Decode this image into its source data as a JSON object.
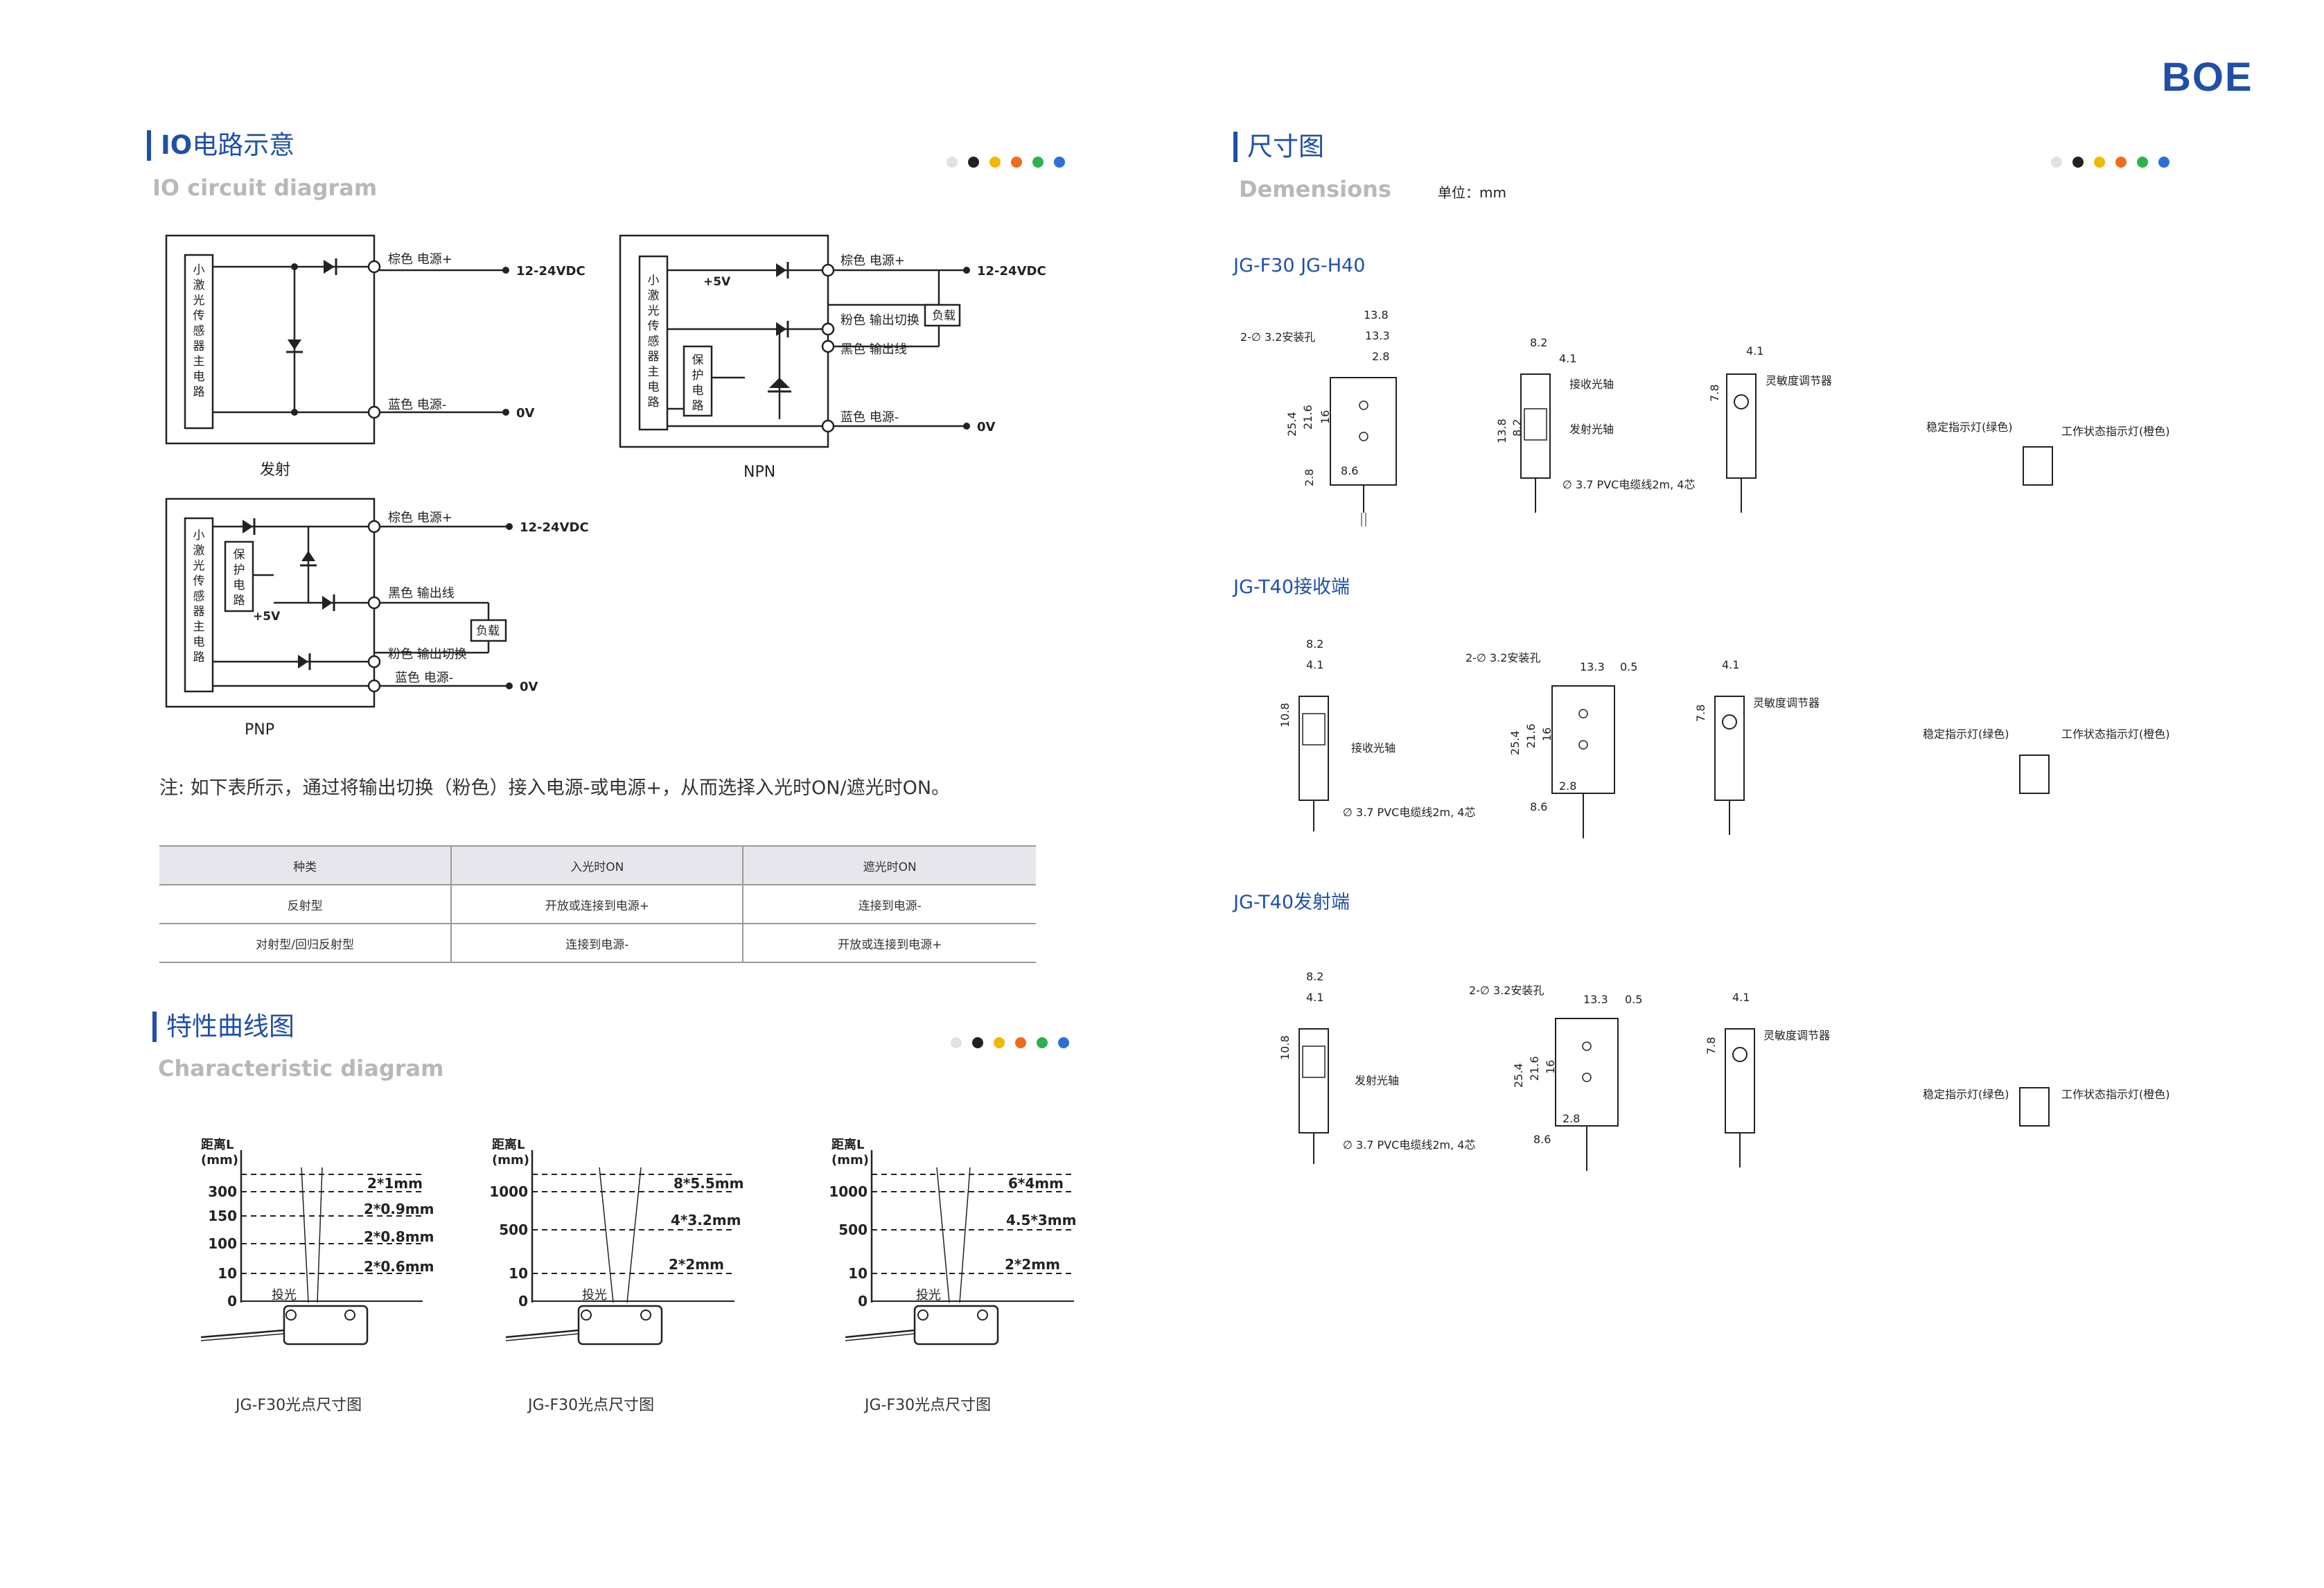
{
  "brand": {
    "logo_text": "BOE"
  },
  "dot_colors": [
    "#e2e2e2",
    "#222222",
    "#f2b800",
    "#f26b1d",
    "#2bb24c",
    "#2c6fd6"
  ],
  "io": {
    "title_prefix": "IO",
    "title_rest": "电路示意",
    "subtitle": "IO circuit diagram",
    "emit_caption": "发射",
    "npn_caption": "NPN",
    "pnp_caption": "PNP",
    "main_circuit": [
      "小",
      "激",
      "光",
      "传",
      "感",
      "器",
      "主",
      "电",
      "路"
    ],
    "protect_circuit": [
      "保",
      "护",
      "电",
      "路"
    ],
    "brown_power": "棕色  电源+",
    "blue_power": "蓝色  电源-",
    "pink_switch": "粉色  输出切换",
    "black_output": "黑色  输出线",
    "voltage": "12-24VDC",
    "zero_v": "0V",
    "plus5v": "+5V",
    "load": "负载"
  },
  "note": "注: 如下表所示，通过将输出切换（粉色）接入电源-或电源+，从而选择入光时ON/遮光时ON。",
  "table": {
    "headers": [
      "种类",
      "入光时ON",
      "遮光时ON"
    ],
    "rows": [
      [
        "反射型",
        "开放或连接到电源+",
        "连接到电源-"
      ],
      [
        "对射型/回归反射型",
        "连接到电源-",
        "开放或连接到电源+"
      ]
    ]
  },
  "characteristic": {
    "title": "特性曲线图",
    "subtitle": "Characteristic diagram",
    "axis_label": [
      "距离L",
      "(mm)"
    ],
    "emit_label": "投光",
    "charts": [
      {
        "caption": "JG-F30光点尺寸图",
        "ticks": [
          "300",
          "150",
          "100",
          "10",
          "0"
        ],
        "spots": [
          "2*1mm",
          "2*0.9mm",
          "2*0.8mm",
          "2*0.6mm"
        ]
      },
      {
        "caption": "JG-F30光点尺寸图",
        "ticks": [
          "1000",
          "500",
          "10",
          "0"
        ],
        "spots": [
          "8*5.5mm",
          "4*3.2mm",
          "2*2mm"
        ]
      },
      {
        "caption": "JG-F30光点尺寸图",
        "ticks": [
          "1000",
          "500",
          "10",
          "0"
        ],
        "spots": [
          "6*4mm",
          "4.5*3mm",
          "2*2mm"
        ]
      }
    ]
  },
  "dimensions": {
    "title": "尺寸图",
    "subtitle": "Demensions",
    "unit": "单位：mm",
    "models": [
      {
        "name": "JG-F30 JG-H40"
      },
      {
        "name": "JG-T40接收端"
      },
      {
        "name": "JG-T40发射端"
      }
    ],
    "labels": {
      "mount_hole": "2-∅ 3.2安装孔",
      "receive_axis": "接收光轴",
      "emit_axis": "发射光轴",
      "cable": "∅ 3.7 PVC电缆线2m, 4芯",
      "sensitivity": "灵敏度调节器",
      "stable_led": "稳定指示灯(绿色)",
      "work_led": "工作状态指示灯(橙色)"
    },
    "dims": [
      "13.8",
      "13.3",
      "2.8",
      "25.4",
      "21.6",
      "16",
      "8.6",
      "8.2",
      "4.1",
      "13.8",
      "7.8",
      "10.8",
      "0.5",
      "2.8"
    ]
  }
}
